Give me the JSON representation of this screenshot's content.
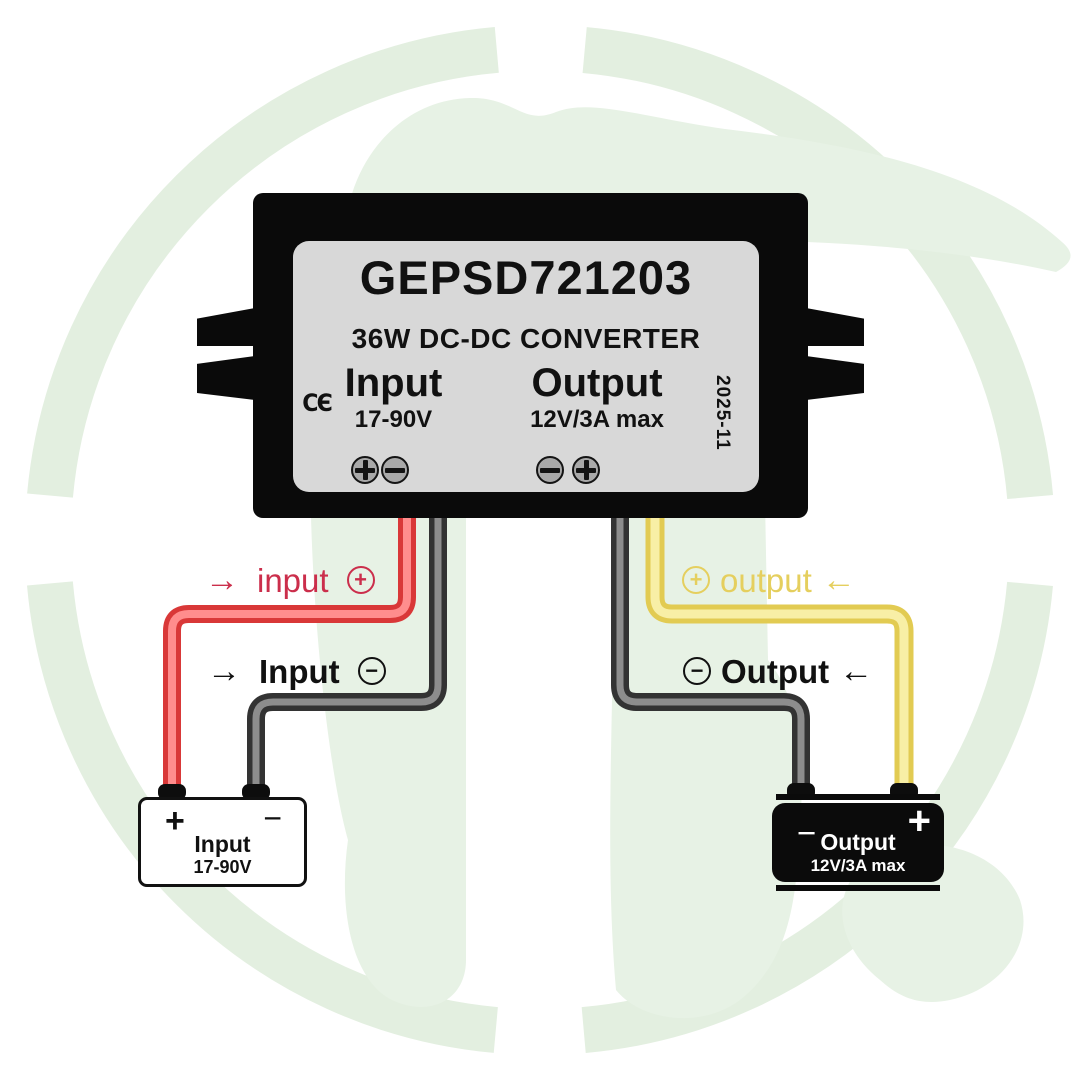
{
  "device": {
    "model": "GEPSD721203",
    "subtitle": "36W DC-DC CONVERTER",
    "input_label": "Input",
    "input_spec": "17-90V",
    "output_label": "Output",
    "output_spec": "12V/3A max",
    "ce_mark": "CЄ",
    "date_code": "2025-11"
  },
  "wire_labels": {
    "input_positive": {
      "arrow": "→",
      "text": "input",
      "sign": "+"
    },
    "input_negative": {
      "arrow": "→",
      "text": "Input",
      "sign": "−"
    },
    "output_positive": {
      "sign": "+",
      "text": "output",
      "arrow": "←"
    },
    "output_negative": {
      "sign": "−",
      "text": "Output",
      "arrow": "←"
    }
  },
  "source_box": {
    "plus": "+",
    "minus": "−",
    "label": "Input",
    "spec": "17-90V"
  },
  "load_box": {
    "minus": "−",
    "plus": "+",
    "label": "Output",
    "spec": "12V/3A max"
  },
  "colors": {
    "label_red": "#cb2e4b",
    "label_yellow": "#e5cf5e",
    "label_black": "#111111",
    "wire_red": "#d93838",
    "wire_red_hi": "#ff8d8d",
    "wire_dark": "#333333",
    "wire_dark_hi": "#8d8d8d",
    "wire_yellow": "#e2cb52",
    "wire_yellow_hi": "#f8efa6",
    "wm_ring": "#e3efe0",
    "wm_blob": "#e7f2e5",
    "plate_gray": "#d8d8d8",
    "device_black": "#0a0a0a"
  }
}
